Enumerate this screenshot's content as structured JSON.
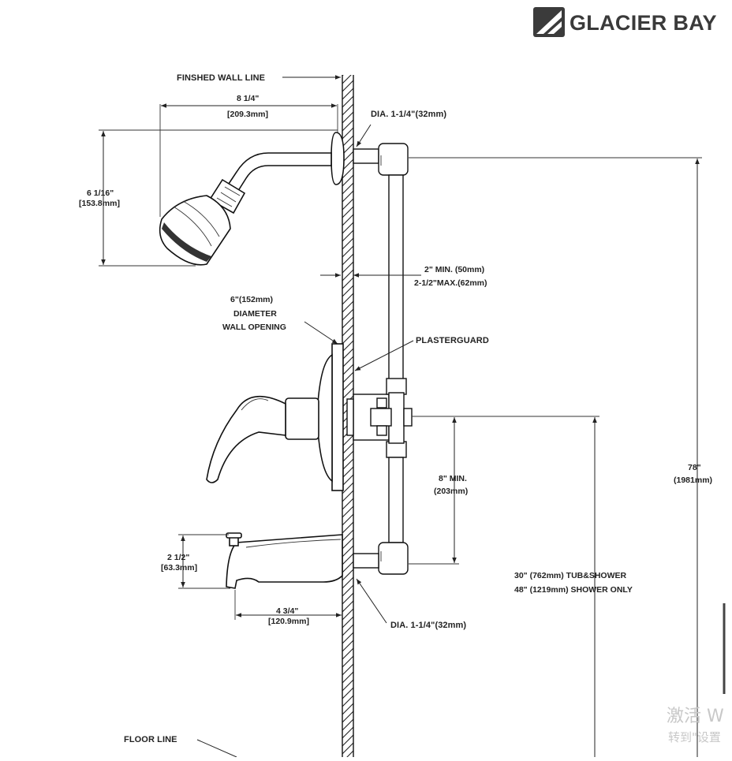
{
  "brand": {
    "name": "GLACIER BAY"
  },
  "labels": {
    "finished_wall_line": "FINSHED WALL LINE",
    "arm_length_in": "8 1/4\"",
    "arm_length_mm": "[209.3mm]",
    "head_drop_in": "6 1/16\"",
    "head_drop_mm": "[153.8mm]",
    "dia_top": "DIA. 1-1/4\"(32mm)",
    "depth_min": "2\" MIN. (50mm)",
    "depth_max": "2-1/2\"MAX.(62mm)",
    "opening_1": "6\"(152mm)",
    "opening_2": "DIAMETER",
    "opening_3": "WALL OPENING",
    "plasterguard": "PLASTERGUARD",
    "valve_to_spout_1": "8\" MIN.",
    "valve_to_spout_2": "(203mm)",
    "total_height_1": "78\"",
    "total_height_2": "(1981mm)",
    "spout_height_in": "2 1/2\"",
    "spout_height_mm": "[63.3mm]",
    "spout_length_in": "4 3/4\"",
    "spout_length_mm": "[120.9mm]",
    "dia_bottom": "DIA. 1-1/4\"(32mm)",
    "tub_shower": "30\" (762mm) TUB&SHOWER",
    "shower_only": "48\" (1219mm) SHOWER ONLY",
    "floor_line": "FLOOR LINE"
  },
  "watermark": {
    "line1": "激活 W",
    "line2": "转到\"设置"
  }
}
